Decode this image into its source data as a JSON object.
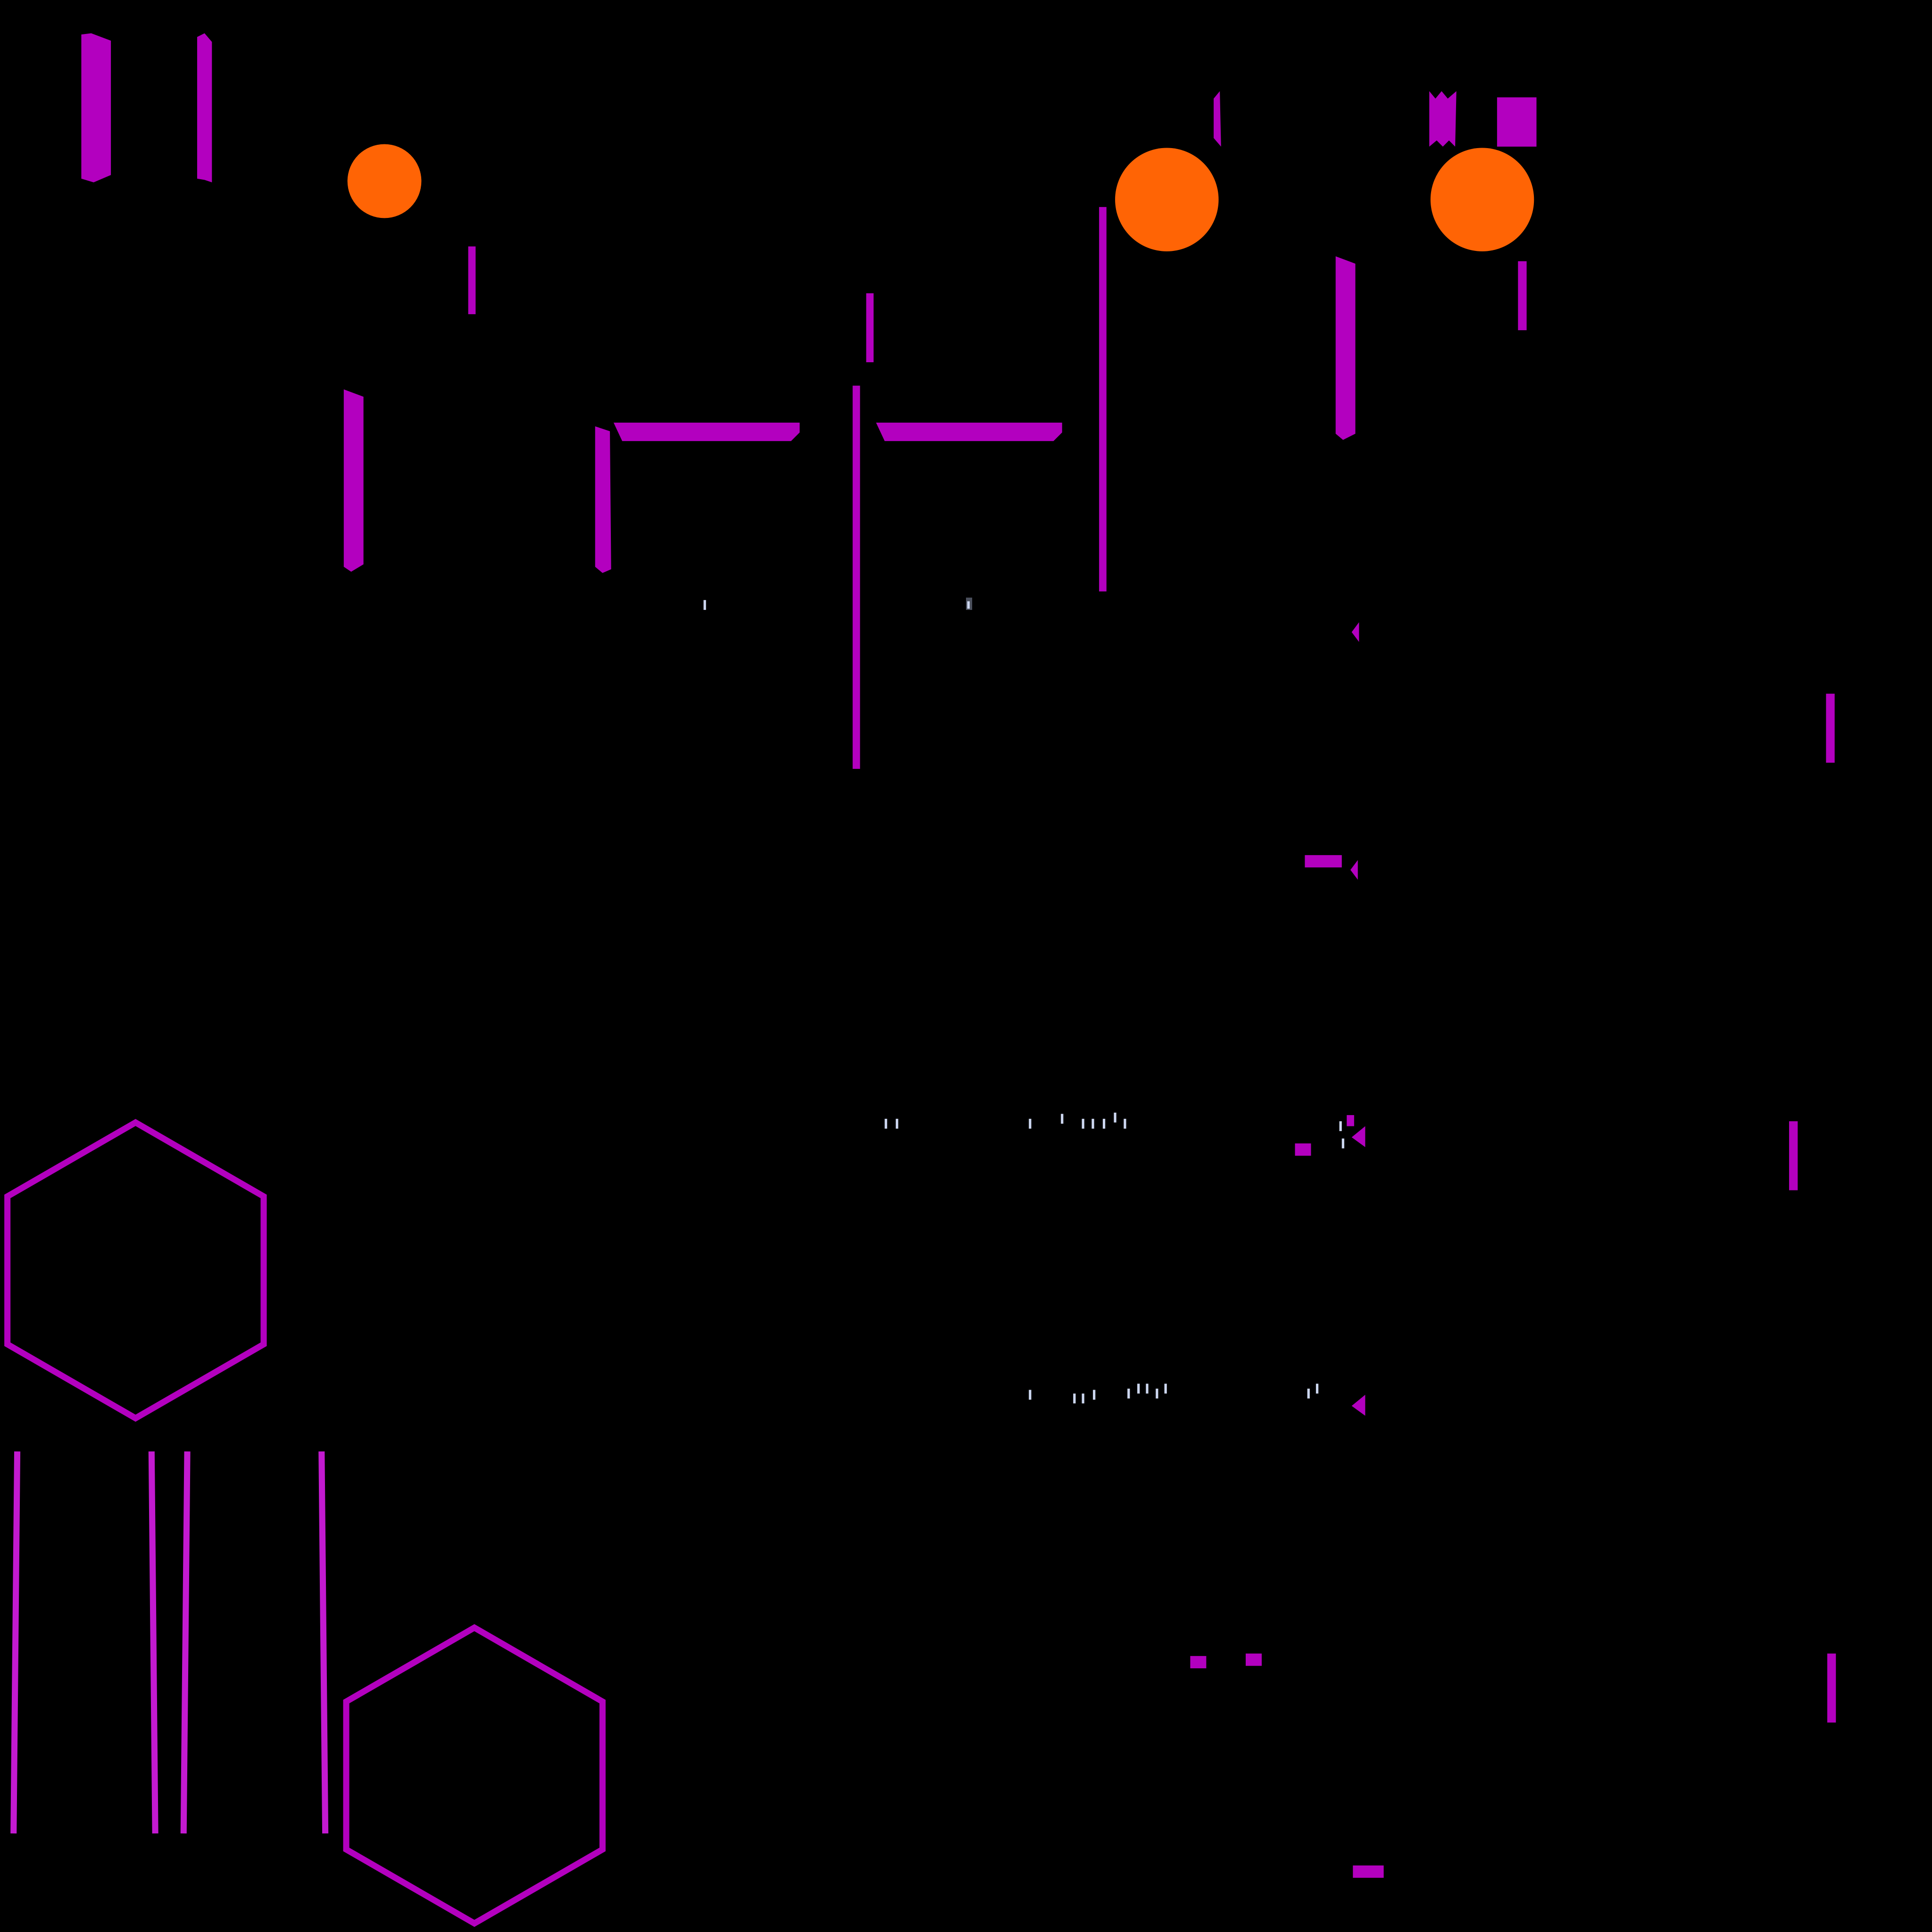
{
  "scene": {
    "kind": "sprite-atlas",
    "colors": {
      "background": "#000000",
      "magenta": "#b300bf",
      "magenta_light": "#c31ad0",
      "orange": "#ff6405",
      "pale_blue": "#cdd7f0"
    },
    "sprites": [
      "bar",
      "bar",
      "ring",
      "bar",
      "bar",
      "bracket",
      "bracket",
      "long-bar",
      "long-bar",
      "ring",
      "ring",
      "spike",
      "block",
      "hexagon-outline",
      "hexagon-outline",
      "tall-line",
      "tall-line",
      "tall-line",
      "tall-line",
      "chip",
      "chip",
      "chip",
      "arrow-marker",
      "arrow-marker",
      "arrow-marker",
      "arrow-marker",
      "bar",
      "bar",
      "bar",
      "small-bar",
      "droplet-glyphs"
    ]
  }
}
